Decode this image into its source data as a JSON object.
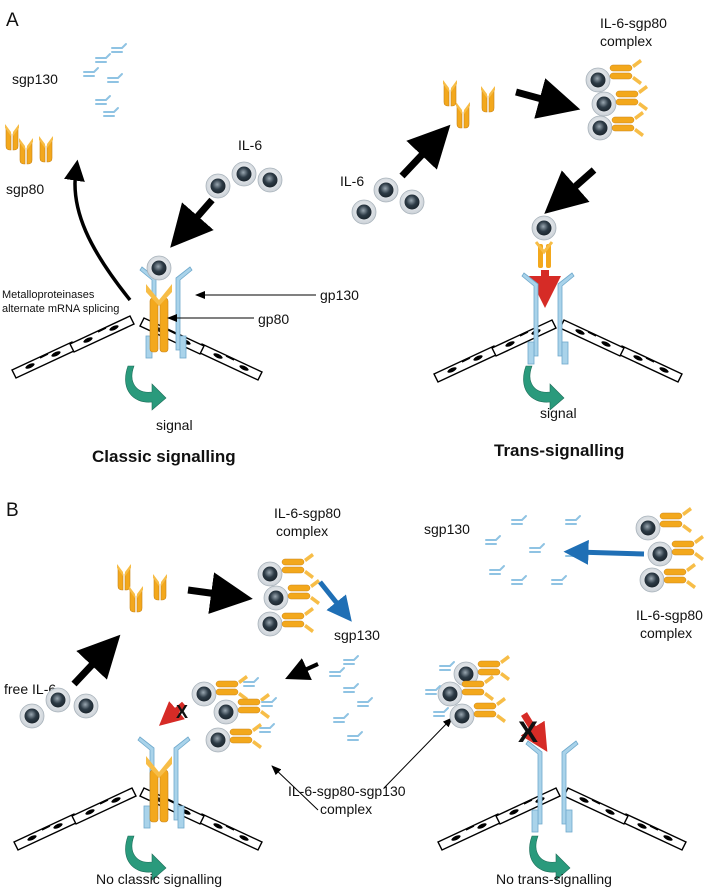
{
  "panels": [
    {
      "id": "A",
      "label": "A"
    },
    {
      "id": "B",
      "label": "B"
    }
  ],
  "panel_a": {
    "classic": {
      "sgp130": "sgp130",
      "sgp80": "sgp80",
      "il6": "IL-6",
      "gp130": "gp130",
      "gp80": "gp80",
      "metallo_line1": "Metalloproteinases",
      "metallo_line2": "alternate mRNA splicing",
      "signal": "signal",
      "title": "Classic signalling"
    },
    "trans": {
      "complex_line1": "IL-6-sgp80",
      "complex_line2": "complex",
      "il6": "IL-6",
      "signal": "signal",
      "title": "Trans-signalling"
    }
  },
  "panel_b": {
    "complex_top_line1": "IL-6-sgp80",
    "complex_top_line2": "complex",
    "sgp130_mid": "sgp130",
    "free_il6": "free IL-6",
    "triple_line1": "IL-6-sgp80-sgp130",
    "triple_line2": "complex",
    "no_classic": "No classic signalling",
    "right_sgp130": "sgp130",
    "right_complex_line1": "IL-6-sgp80",
    "right_complex_line2": "complex",
    "no_trans": "No trans-signalling",
    "block_mark": "X"
  },
  "colors": {
    "il6_ball_dark": "#2d3b46",
    "il6_ring": "#c5ccd3",
    "gp80_orange": "#f3a81c",
    "gp130_blue": "#a9d3ea",
    "signal_green": "#2a9a7c",
    "inhibit_red": "#d62b26",
    "sgp130_arrow_blue": "#1f6fb5",
    "membrane_black": "#000000"
  }
}
